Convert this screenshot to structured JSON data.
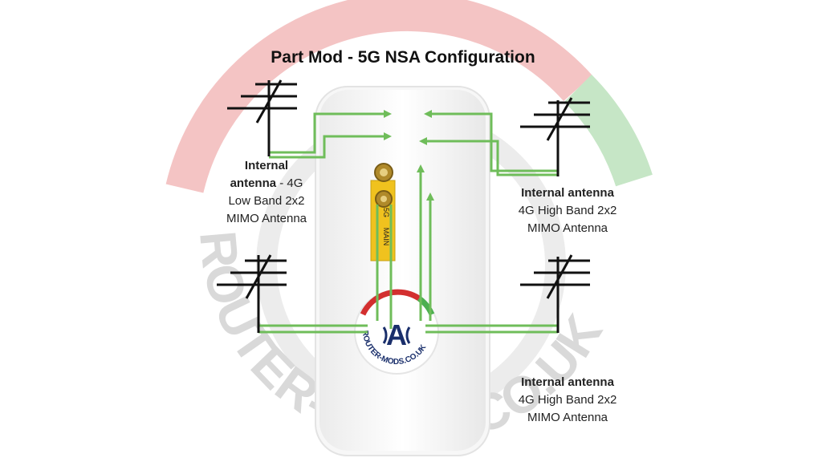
{
  "title": "Part Mod - 5G NSA Configuration",
  "watermark": {
    "text": "ROUTER-MODS.CO.UK",
    "colors": {
      "red": "#f4c4c4",
      "green": "#c6e6c6",
      "grey": "#d6d6d6"
    }
  },
  "router": {
    "connector_labels": [
      "5G",
      "MAIN"
    ],
    "logo_text": "ROUTER-MODS.CO.UK"
  },
  "labels": {
    "left": {
      "line1": "Internal",
      "line2_bold": "antenna",
      "line2_rest": " - 4G",
      "line3": "Low Band 2x2",
      "line4": "MIMO Antenna"
    },
    "right_top": {
      "line1": "Internal antenna",
      "line2": "4G High Band 2x2",
      "line3": "MIMO Antenna"
    },
    "right_bottom": {
      "line1": "Internal antenna",
      "line2": "4G High Band 2x2",
      "line3": "MIMO Antenna"
    }
  },
  "colors": {
    "cable": "#6fbd5a",
    "antenna": "#111111",
    "connector_plate": "#f0c21e"
  }
}
